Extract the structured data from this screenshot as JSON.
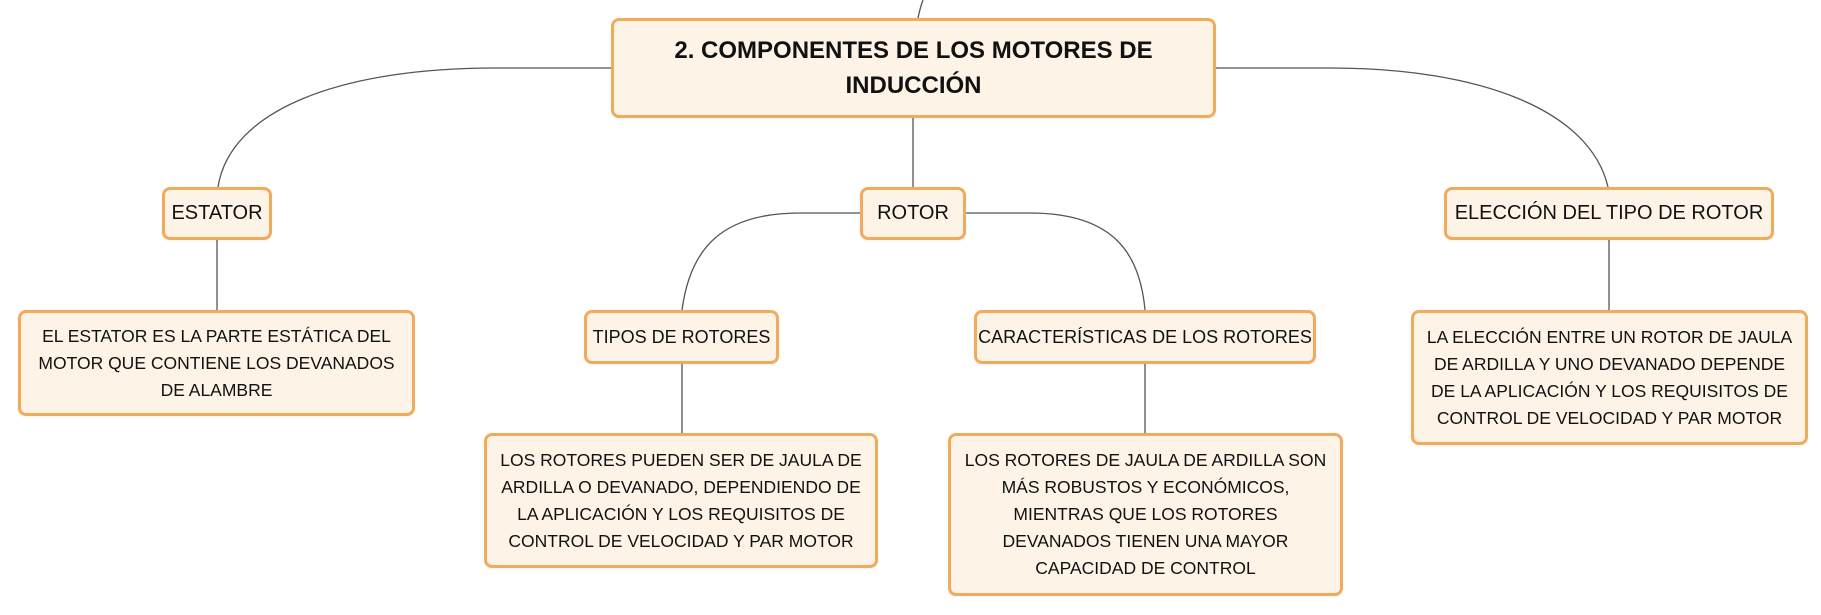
{
  "map": {
    "root": {
      "text": "2. COMPONENTES DE LOS MOTORES DE INDUCCIÓN"
    },
    "estator": {
      "label": "ESTATOR",
      "detail": "EL ESTATOR ES LA PARTE ESTÁTICA DEL MOTOR QUE CONTIENE LOS DEVANADOS DE ALAMBRE"
    },
    "rotor": {
      "label": "ROTOR",
      "tipos": {
        "label": "TIPOS DE ROTORES",
        "detail": "LOS ROTORES PUEDEN SER DE JAULA DE ARDILLA O DEVANADO, DEPENDIENDO DE LA APLICACIÓN Y LOS REQUISITOS DE CONTROL DE VELOCIDAD Y PAR MOTOR"
      },
      "caracteristicas": {
        "label": "CARACTERÍSTICAS DE LOS ROTORES",
        "detail": "LOS ROTORES DE JAULA DE ARDILLA SON MÁS ROBUSTOS Y ECONÓMICOS, MIENTRAS QUE LOS ROTORES DEVANADOS TIENEN UNA MAYOR CAPACIDAD DE CONTROL"
      }
    },
    "eleccion": {
      "label": "ELECCIÓN DEL TIPO DE ROTOR",
      "detail": "LA ELECCIÓN ENTRE UN ROTOR DE JAULA DE ARDILLA Y UNO DEVANADO DEPENDE DE LA APLICACIÓN Y LOS REQUISITOS DE CONTROL DE VELOCIDAD Y PAR MOTOR"
    }
  },
  "colors": {
    "node_fill": "#fdf3e7",
    "node_border": "#f0ac5c",
    "connector": "#555555",
    "text": "#111111"
  }
}
